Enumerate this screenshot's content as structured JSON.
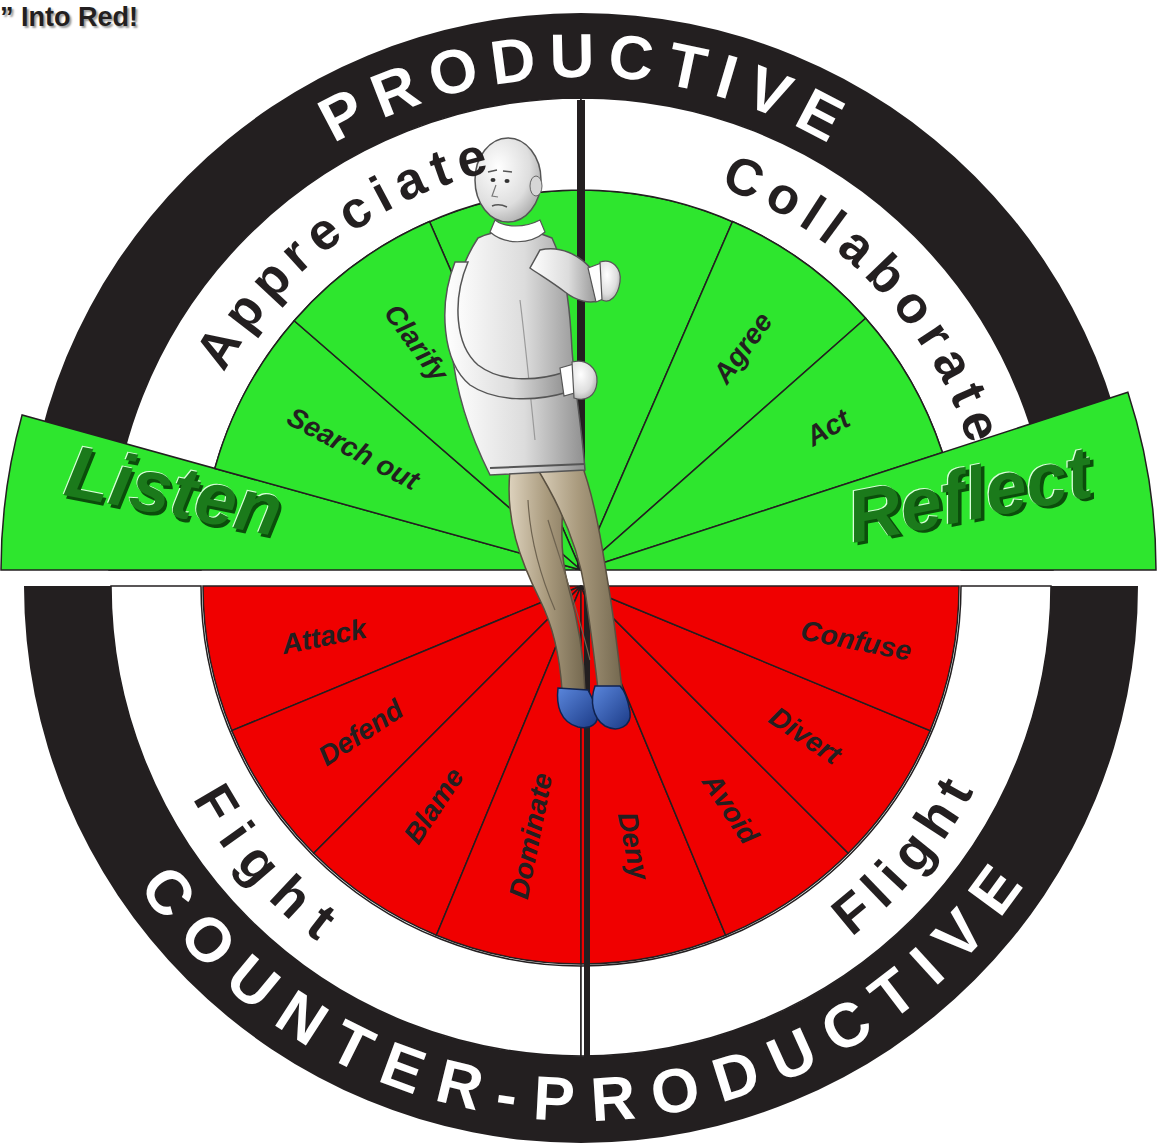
{
  "diagram": {
    "title": "” Into Red!",
    "nodes": [
      {
        "text": [
          "PRODUCTIVE"
        ]
      },
      {
        "text": [
          "Appreciate"
        ]
      },
      {
        "text": [
          "Collaborate"
        ]
      },
      {
        "text": [
          "Listen"
        ]
      },
      {
        "text": [
          "Search out"
        ]
      },
      {
        "text": [
          "Clarify"
        ]
      },
      {
        "text": [
          "Agree"
        ]
      },
      {
        "text": [
          "Act"
        ]
      },
      {
        "text": [
          "Reflect"
        ]
      },
      {
        "text": [
          "Attack"
        ]
      },
      {
        "text": [
          "Defend"
        ]
      },
      {
        "text": [
          "Blame"
        ]
      },
      {
        "text": [
          "Dominate"
        ]
      },
      {
        "text": [
          "Deny"
        ]
      },
      {
        "text": [
          "Avoid"
        ]
      },
      {
        "text": [
          "Divert"
        ]
      },
      {
        "text": [
          "Confuse"
        ]
      },
      {
        "text": [
          "Fight"
        ]
      },
      {
        "text": [
          "Flight"
        ]
      },
      {
        "text": [
          "COUNTER-PRODUCTIVE"
        ]
      }
    ]
  }
}
